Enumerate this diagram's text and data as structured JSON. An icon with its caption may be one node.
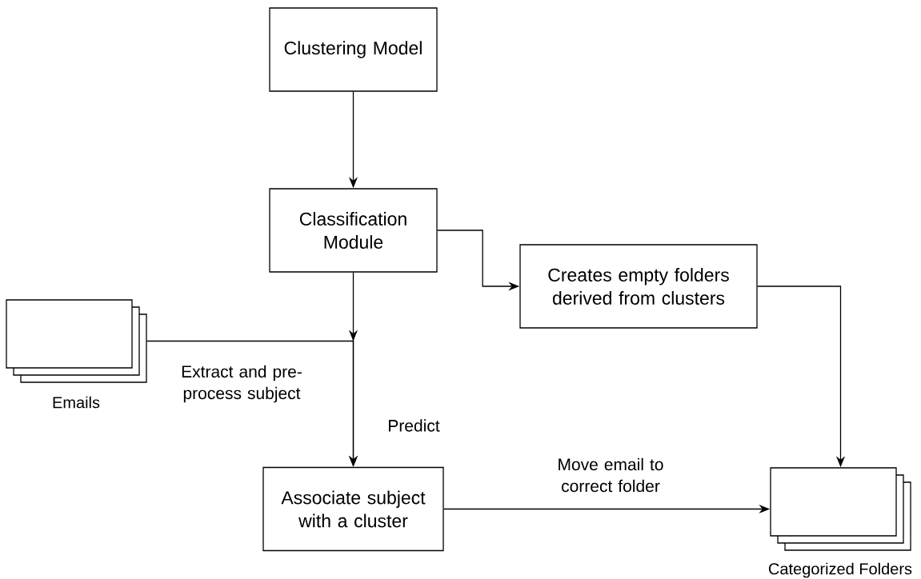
{
  "diagram": {
    "nodes": [
      {
        "text": [
          "Clustering Model"
        ]
      },
      {
        "text": [
          "Classification Module"
        ]
      },
      {
        "text": [
          "Creates empty folders derived from clusters"
        ]
      },
      {
        "text": [],
        "shape": "box",
        "beside": [
          "Emails"
        ]
      },
      {
        "text": [
          "Associate subject with a cluster"
        ]
      },
      {
        "text": [],
        "shape": "box",
        "beside": [
          "Categorized Folders"
        ]
      }
    ],
    "edges": [
      {
        "from": 0,
        "to": 1,
        "arrow": "to"
      },
      {
        "from": 1,
        "to": 2,
        "arrow": "to"
      },
      {
        "from": 1,
        "to": 4,
        "arrow": "to",
        "label": "Predict"
      },
      {
        "from": 3,
        "to": 4,
        "arrow": "to",
        "label": "Extract and pre-process subject"
      },
      {
        "from": 2,
        "to": 5,
        "arrow": "to"
      },
      {
        "from": 4,
        "to": 5,
        "arrow": "to",
        "label": "Move email to correct folder"
      }
    ]
  }
}
